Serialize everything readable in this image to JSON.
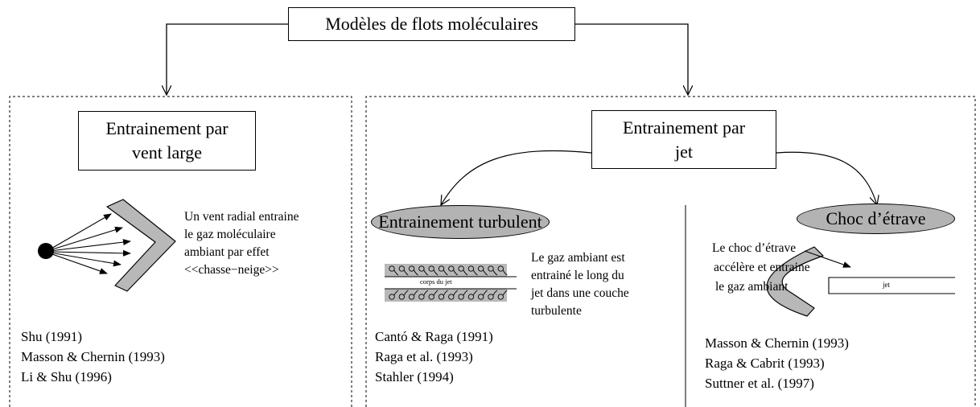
{
  "top": {
    "title": "Modèles de flots moléculaires"
  },
  "left": {
    "title_lines": [
      "Entrainement par",
      "vent large"
    ],
    "description": [
      "Un vent radial entraine",
      "le gaz moléculaire",
      "ambiant par effet",
      "<<chasse−neige>>"
    ],
    "references": [
      "Shu (1991)",
      "Masson & Chernin (1993)",
      "Li & Shu (1996)"
    ]
  },
  "right": {
    "title_lines": [
      "Entrainement par",
      "jet"
    ],
    "turbulent": {
      "label": "Entrainement turbulent",
      "jet_body_label": "corps du jet",
      "description": [
        "Le gaz ambiant est",
        "entrainé le long du",
        "jet dans une couche",
        "turbulente"
      ],
      "references": [
        "Cantó & Raga (1991)",
        "Raga et al. (1993)",
        "Stahler (1994)"
      ]
    },
    "bow": {
      "label": "Choc d’étrave",
      "description": [
        "Le choc d’étrave",
        "accélère et  entraine",
        "le gaz ambiant"
      ],
      "jet_label": "jet",
      "references": [
        "Masson & Chernin (1993)",
        "Raga & Cabrit (1993)",
        "Suttner et al. (1997)"
      ]
    }
  },
  "colors": {
    "oval_fill": "#b3b3b3",
    "shape_fill": "#b8b8b8",
    "stroke": "#000000"
  }
}
